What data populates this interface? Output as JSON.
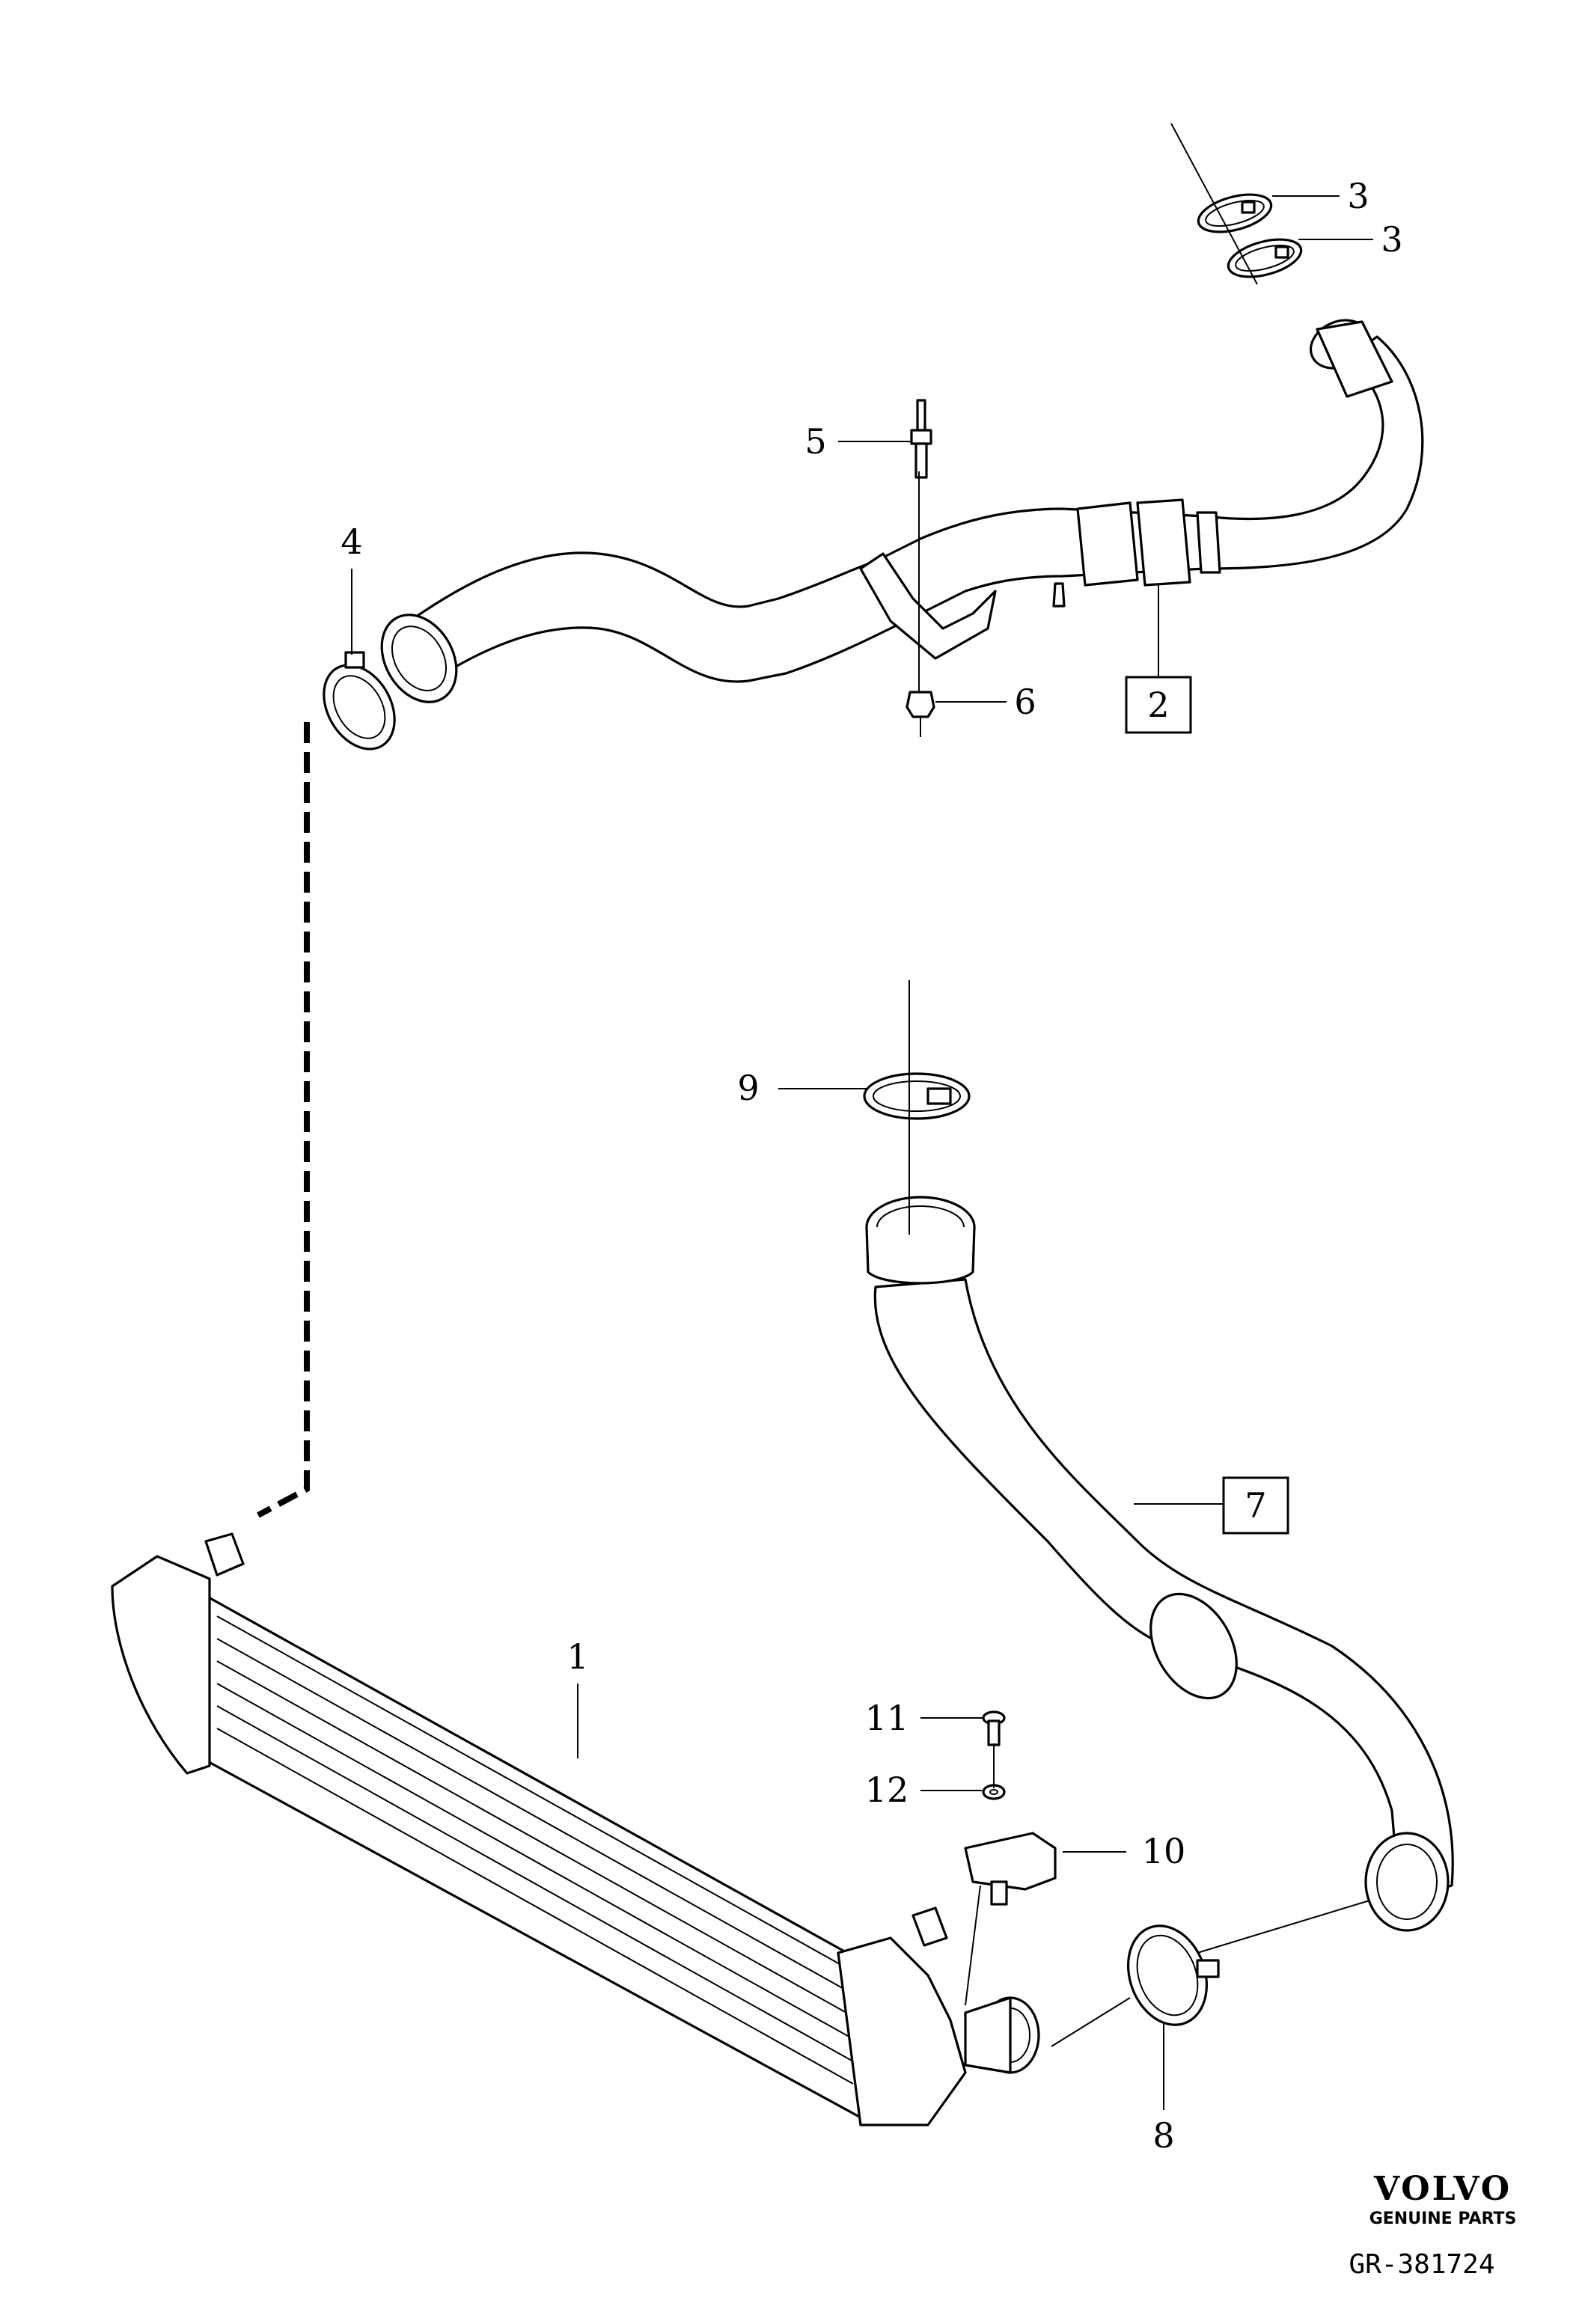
{
  "callouts": {
    "c1": "1",
    "c2": "2",
    "c3a": "3",
    "c3b": "3",
    "c4": "4",
    "c5": "5",
    "c6": "6",
    "c7": "7",
    "c8": "8",
    "c9": "9",
    "c10": "10",
    "c11": "11",
    "c12": "12"
  },
  "branding": {
    "brand": "VOLVO",
    "subtitle": "GENUINE PARTS",
    "reference": "GR-381724"
  }
}
